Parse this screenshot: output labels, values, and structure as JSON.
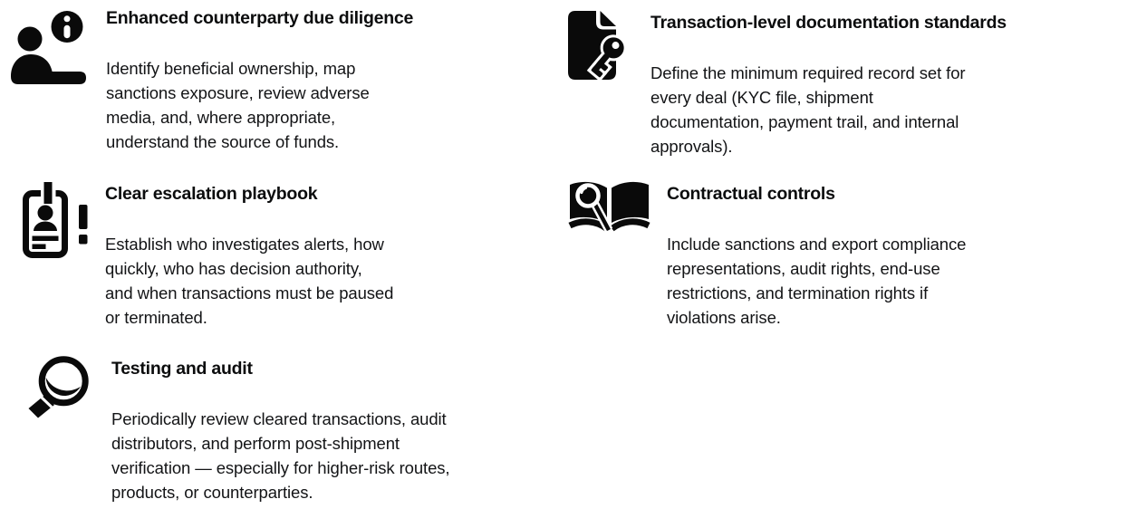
{
  "page": {
    "background_color": "#ffffff",
    "text_color": "#0e0f11",
    "icon_color": "#0a0a0a"
  },
  "features": [
    {
      "icon": "person-info-icon",
      "title": "Enhanced counterparty due diligence",
      "description": "Identify beneficial ownership, map\nsanctions exposure, review adverse\nmedia, and, where appropriate,\nunderstand the source of funds."
    },
    {
      "icon": "file-key-icon",
      "title": "Transaction-level documentation standards",
      "description": "Define the minimum required record set for\nevery deal (KYC file, shipment\ndocumentation, payment trail, and internal\napprovals)."
    },
    {
      "icon": "id-card-alert-icon",
      "title": "Clear escalation playbook",
      "description": "Establish who investigates alerts, how\nquickly, who has decision authority,\nand when transactions must be paused\nor terminated."
    },
    {
      "icon": "book-search-icon",
      "title": "Contractual controls",
      "description": "Include sanctions and export compliance\nrepresentations, audit rights, end-use\nrestrictions, and termination rights if\nviolations arise."
    },
    {
      "icon": "magnifier-icon",
      "title": "Testing and audit",
      "description": "Periodically review cleared transactions, audit\ndistributors, and perform post-shipment\nverification — especially for higher-risk routes,\nproducts, or counterparties."
    }
  ]
}
